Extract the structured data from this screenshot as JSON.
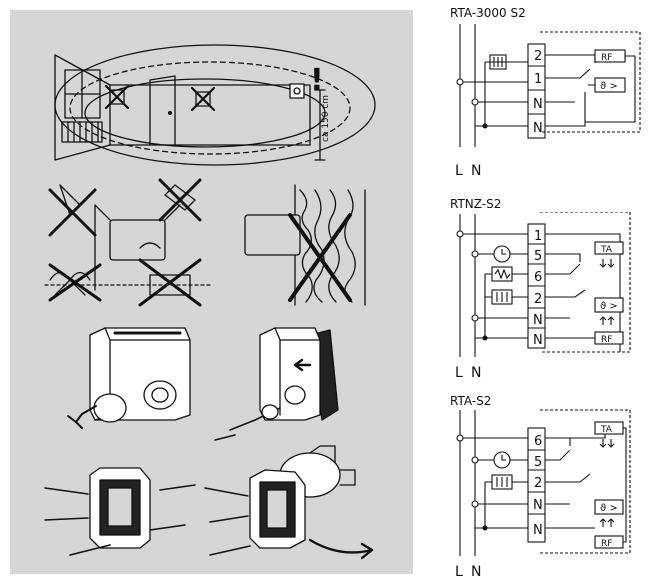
{
  "illustration": {
    "height_label": "ca 150 cm",
    "warning_mark": "!"
  },
  "diagrams": [
    {
      "title": "RTA-3000 S2",
      "terminals": [
        "2",
        "1",
        "N",
        "N"
      ],
      "module_labels": [
        "RF"
      ],
      "sensor_label": "ϑ >",
      "supply_labels": [
        "L",
        "N"
      ]
    },
    {
      "title": "RTNZ-S2",
      "terminals": [
        "1",
        "5",
        "6",
        "2",
        "N",
        "N"
      ],
      "module_labels": [
        "TA",
        "RF"
      ],
      "sensor_label": "ϑ >",
      "supply_labels": [
        "L",
        "N"
      ]
    },
    {
      "title": "RTA-S2",
      "terminals": [
        "6",
        "5",
        "2",
        "N",
        "N"
      ],
      "module_labels": [
        "TA",
        "RF"
      ],
      "sensor_label": "ϑ >",
      "supply_labels": [
        "L",
        "N"
      ]
    }
  ],
  "colors": {
    "panel_bg": "#d6d6d6",
    "ink": "#111111"
  }
}
